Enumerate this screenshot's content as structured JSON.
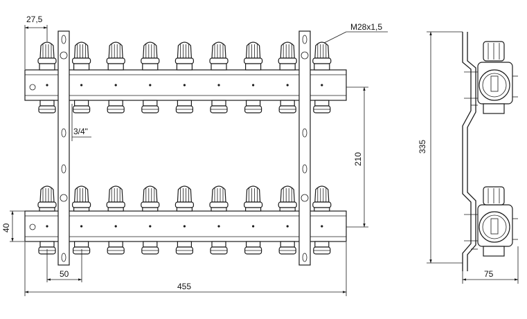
{
  "dimensions": {
    "outlet_pitch_offset": "27,5",
    "thread_spec": "M28x1,5",
    "inlet_size": "3/4\"",
    "rail_spacing": "210",
    "bar_height": "40",
    "outlet_pitch": "50",
    "overall_length": "455",
    "side_height": "335",
    "side_depth": "75"
  },
  "diagram": {
    "outlets_per_bar": 9,
    "bars": 2,
    "brackets": 2
  }
}
